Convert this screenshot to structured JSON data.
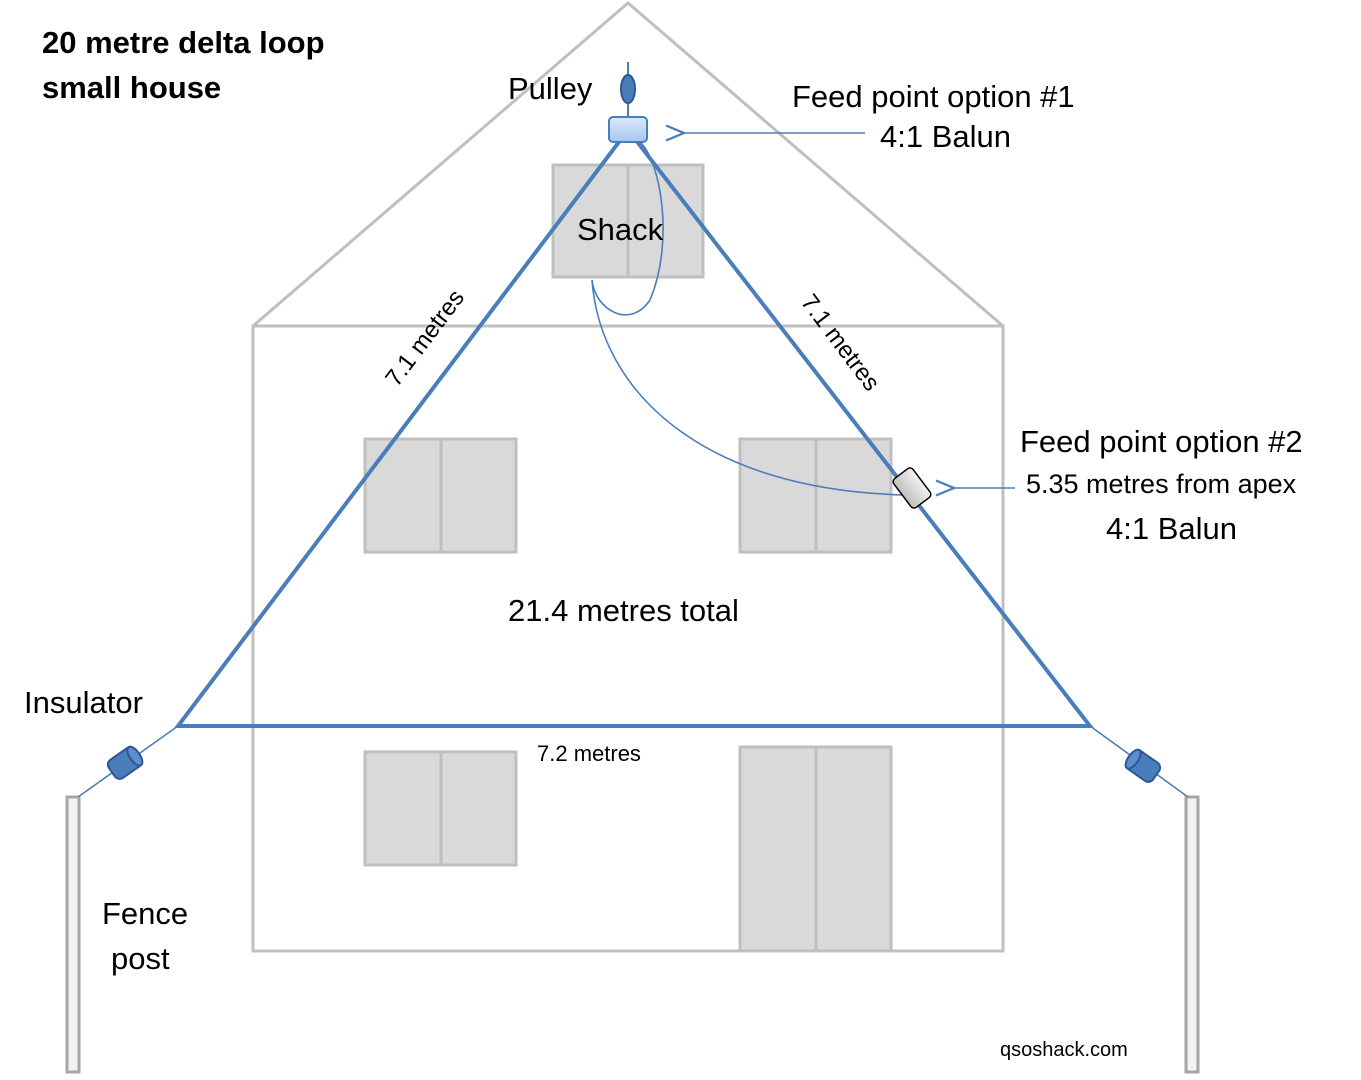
{
  "title_line1": "20 metre delta loop",
  "title_line2": "small house",
  "labels": {
    "pulley": "Pulley",
    "feed1_title": "Feed point option #1",
    "feed1_balun": "4:1 Balun",
    "shack": "Shack",
    "left_side": "7.1 metres",
    "right_side": "7.1 metres",
    "feed2_title": "Feed point option #2",
    "feed2_distance": "5.35 metres from apex",
    "feed2_balun": "4:1 Balun",
    "total": "21.4 metres total",
    "insulator": "Insulator",
    "base": "7.2 metres",
    "fence_line1": "Fence",
    "fence_line2": "post",
    "credit": "qsoshack.com"
  },
  "colors": {
    "wire": "#4a7ebb",
    "house": "#bfbfbf",
    "window": "#d9d9d9"
  }
}
